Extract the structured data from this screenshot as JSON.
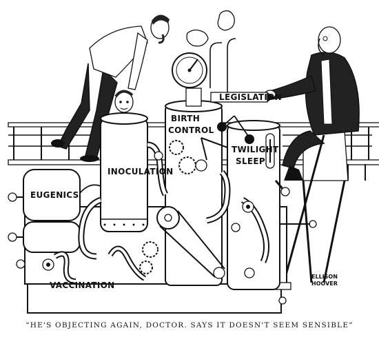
{
  "labels": {
    "legislation": "LEGISLATION",
    "birth": "BIRTH",
    "control": "CONTROL",
    "twilight": "TWILIGHT",
    "sleep": "SLEEP",
    "inoculation": "INOCULATION",
    "eugenics": "EUGENICS",
    "vaccination": "VACCINATION"
  },
  "signature": {
    "line1": "ELLISON",
    "line2": "HOOVER"
  },
  "caption": "“HE'S OBJECTING AGAIN, DOCTOR.  SAYS IT DOESN'T SEEM SENSIBLE”"
}
